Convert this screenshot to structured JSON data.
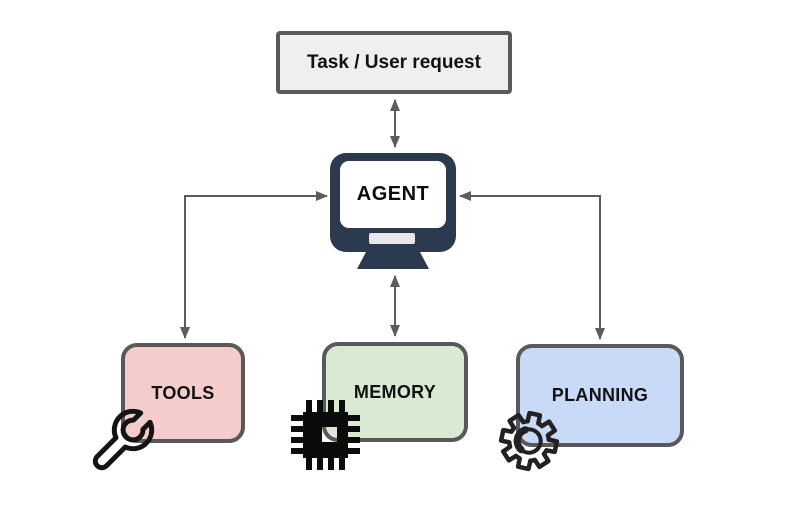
{
  "diagram": {
    "task_box": {
      "label": "Task / User request",
      "fill": "#efefef",
      "border": "#595959"
    },
    "agent": {
      "label": "AGENT",
      "icon": "computer-monitor-icon",
      "monitor_color": "#2b3a4e"
    },
    "nodes": [
      {
        "id": "tools",
        "label": "TOOLS",
        "fill": "#f4cccc",
        "icon": "wrench-icon"
      },
      {
        "id": "memory",
        "label": "MEMORY",
        "fill": "#d9ead3",
        "icon": "chip-icon"
      },
      {
        "id": "planning",
        "label": "PLANNING",
        "fill": "#c9daf8",
        "icon": "gear-icon"
      }
    ],
    "connectors": [
      {
        "from": "task",
        "to": "agent",
        "bidirectional": true
      },
      {
        "from": "agent",
        "to": "tools",
        "bidirectional": true
      },
      {
        "from": "agent",
        "to": "memory",
        "bidirectional": true
      },
      {
        "from": "agent",
        "to": "planning",
        "bidirectional": true
      }
    ],
    "colors": {
      "connector": "#5c5c5c",
      "box_border": "#595959",
      "background": "#ffffff",
      "text": "#111111"
    }
  }
}
